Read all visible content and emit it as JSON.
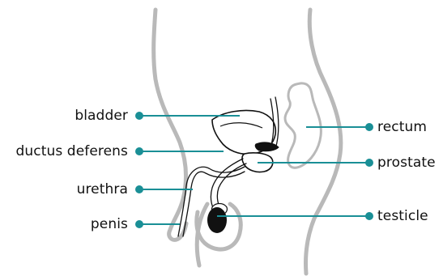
{
  "labels": {
    "bladder": "bladder",
    "ductus_deferens": "ductus deferens",
    "urethra": "urethra",
    "penis": "penis",
    "rectum": "rectum",
    "prostate": "prostate",
    "testicle": "testicle"
  },
  "colors": {
    "pointer": "#1a8f96",
    "outline": "#111111",
    "body_outline": "#b9b9b9",
    "organ_fill": "#ffffff",
    "testicle_fill": "#111111"
  }
}
